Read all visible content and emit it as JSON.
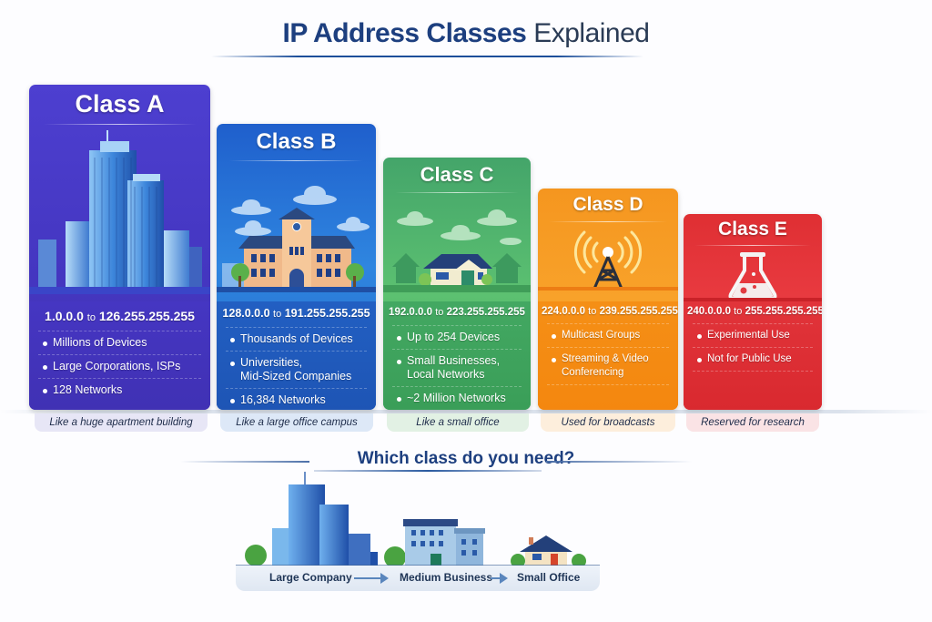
{
  "header": {
    "title_bold": "IP Address Classes",
    "title_light": "Explained"
  },
  "classes": [
    {
      "name": "Class A",
      "color": "#4a3bc9",
      "range_start": "1.0.0.0",
      "range_to": "to",
      "range_end": "126.255.255.255",
      "bullets": [
        "Millions of Devices",
        "Large Corporations, ISPs",
        "128 Networks"
      ],
      "caption": "Like a huge apartment building",
      "icon": "skyscraper-icon"
    },
    {
      "name": "Class B",
      "color": "#2160c4",
      "range_start": "128.0.0.0",
      "range_to": "to",
      "range_end": "191.255.255.255",
      "bullets": [
        "Thousands of Devices",
        "Universities,\nMid-Sized Companies",
        "16,384 Networks"
      ],
      "caption": "Like a large office campus",
      "icon": "campus-building-icon"
    },
    {
      "name": "Class C",
      "color": "#3daa5c",
      "range_start": "192.0.0.0",
      "range_to": "to",
      "range_end": "223.255.255.255",
      "bullets": [
        "Up to 254 Devices",
        "Small Businesses,\nLocal Networks",
        "~2 Million Networks"
      ],
      "caption": "Like a small office",
      "icon": "house-icon"
    },
    {
      "name": "Class D",
      "color": "#f58d16",
      "range_start": "224.0.0.0",
      "range_to": "to",
      "range_end": "239.255.255.255",
      "bullets": [
        "Multicast Groups",
        "Streaming & Video\nConferencing"
      ],
      "caption": "Used for broadcasts",
      "icon": "broadcast-tower-icon"
    },
    {
      "name": "Class E",
      "color": "#e1323a",
      "range_start": "240.0.0.0",
      "range_to": "to",
      "range_end": "255.255.255.255",
      "bullets": [
        "Experimental Use",
        "Not for Public Use"
      ],
      "caption": "Reserved for research",
      "icon": "flask-icon"
    }
  ],
  "comparison": {
    "question": "Which class do you need?",
    "scale": [
      "Large Company",
      "Medium Business",
      "Small Office"
    ]
  }
}
